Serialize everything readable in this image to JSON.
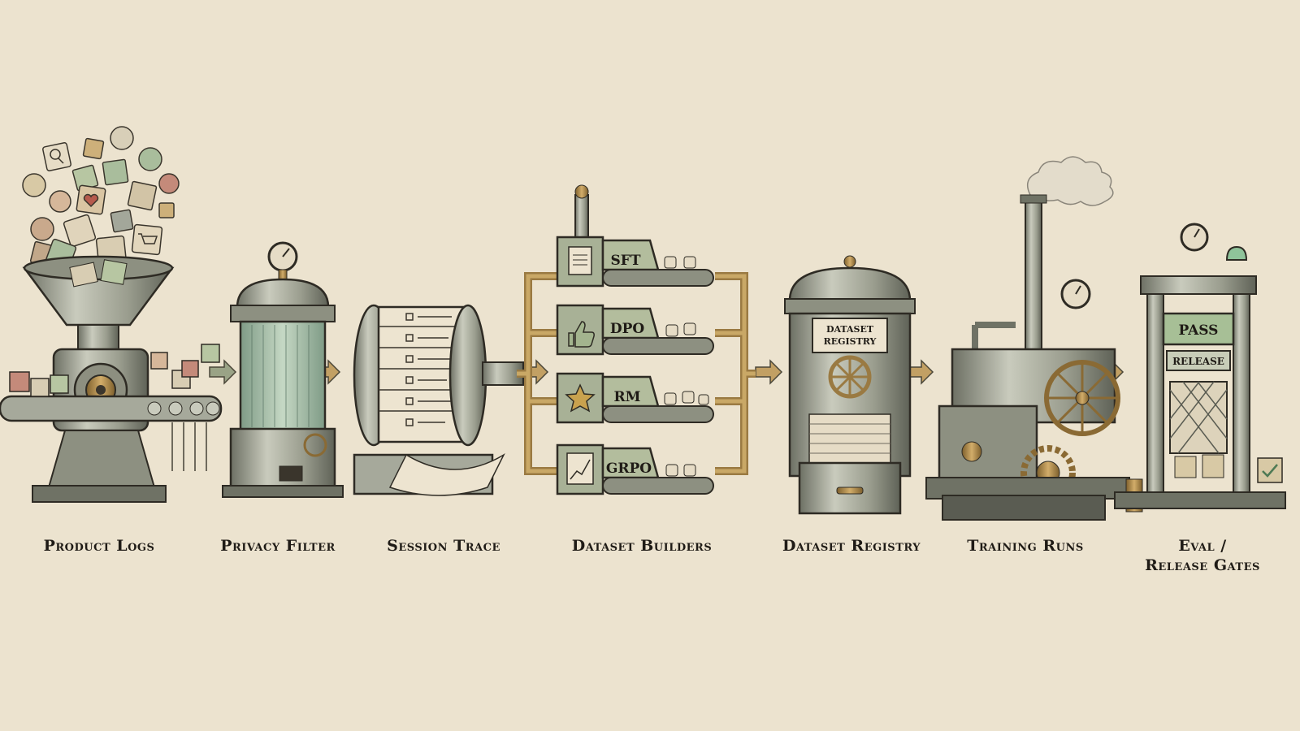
{
  "colors": {
    "paper": "#ece3cf",
    "metal": "#a7aa9a",
    "metal_dark": "#5a5c52",
    "brass": "#b08a48",
    "sage": "#9fb28f",
    "ink": "#1f1b16",
    "glass": "#b9ccb4"
  },
  "stages": [
    {
      "id": "product-logs",
      "label": [
        "Product Logs"
      ],
      "icons": [
        "search-icon",
        "cursor-icon",
        "heart-icon",
        "cart-icon",
        "star-icon",
        "chat-icon"
      ]
    },
    {
      "id": "privacy-filter",
      "label": [
        "Privacy Filter"
      ]
    },
    {
      "id": "session-trace",
      "label": [
        "Session Trace"
      ]
    },
    {
      "id": "dataset-builders",
      "label": [
        "Dataset Builders"
      ],
      "builders": [
        {
          "name": "SFT",
          "icon": "document-icon"
        },
        {
          "name": "DPO",
          "icon": "thumbs-up-icon"
        },
        {
          "name": "RM",
          "icon": "star-icon"
        },
        {
          "name": "GRPO",
          "icon": "line-chart-icon"
        }
      ]
    },
    {
      "id": "dataset-registry",
      "label": [
        "Dataset Registry"
      ],
      "plaque": [
        "DATASET",
        "REGISTRY"
      ]
    },
    {
      "id": "training-runs",
      "label": [
        "Training Runs"
      ]
    },
    {
      "id": "eval-release-gates",
      "label": [
        "Eval /",
        "Release Gates"
      ],
      "pass_sign": "PASS",
      "release_sign": "RELEASE"
    }
  ]
}
